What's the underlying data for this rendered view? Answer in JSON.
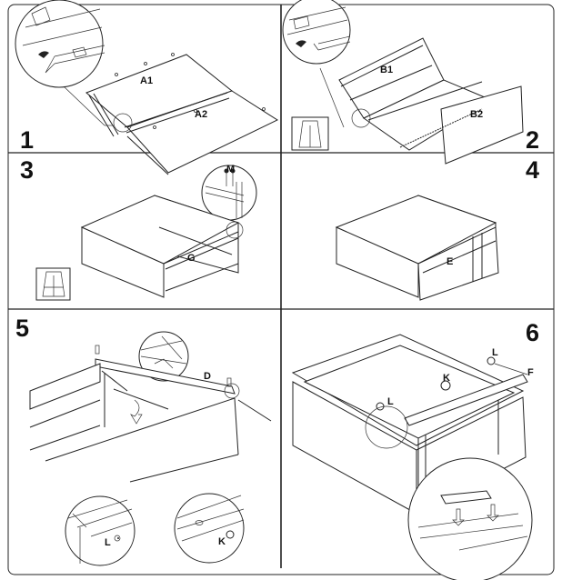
{
  "steps": [
    {
      "number": "1",
      "parts": [
        "A1",
        "A2"
      ]
    },
    {
      "number": "2",
      "parts": [
        "B1",
        "B2"
      ]
    },
    {
      "number": "3",
      "parts": [
        "M",
        "G"
      ]
    },
    {
      "number": "4",
      "parts": [
        "E"
      ]
    },
    {
      "number": "5",
      "parts": [
        "D",
        "L",
        "K"
      ]
    },
    {
      "number": "6",
      "parts": [
        "L",
        "F",
        "K",
        "L"
      ]
    }
  ]
}
